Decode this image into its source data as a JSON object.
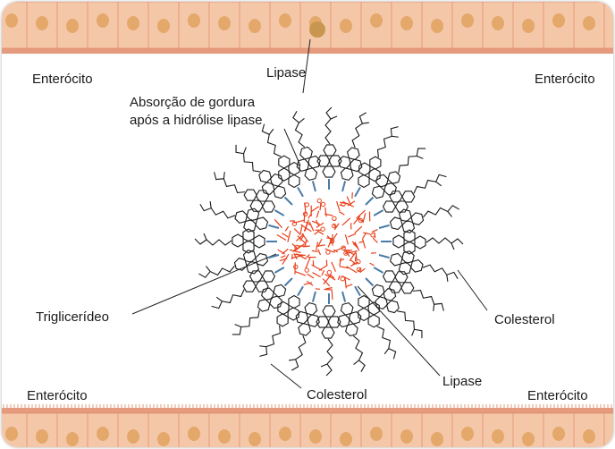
{
  "labels": {
    "enterocito_top_left": "Enterócito",
    "enterocito_top_right": "Enterócito",
    "enterocito_bottom_left": "Enterócito",
    "enterocito_bottom_right": "Enterócito",
    "lipase_top": "Lipase",
    "absorcao_line1": "Absorção de gordura",
    "absorcao_line2": "após a hidrólise lipase",
    "trigliceridio": "Triglicerídeo",
    "colesterol_right": "Colesterol",
    "colesterol_bottom": "Colesterol",
    "lipase_bottom": "Lipase"
  },
  "colors": {
    "cell_fill": "#f5c7a9",
    "cell_border": "#e59a78",
    "nucleus": "#e3a86a",
    "brush_border": "#e08a6a",
    "triglyceride": "#e8401c",
    "cholesterol": "#1a1a1a",
    "link": "#4a7ba6"
  },
  "molecule_count": 24
}
